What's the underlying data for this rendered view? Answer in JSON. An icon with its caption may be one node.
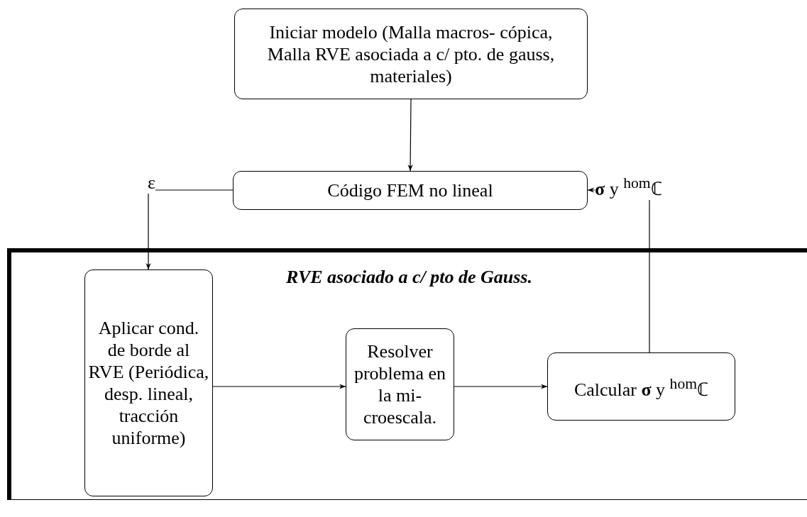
{
  "diagram": {
    "nodes": [
      {
        "text": [
          "Iniciar modelo (Malla macros- cópica, Malla RVE asociada a c/ pto. de gauss, materiales)"
        ]
      },
      {
        "text": [
          "Código FEM no lineal"
        ]
      },
      {
        "text": [
          "RVE asociado a c/ pto de Gauss."
        ]
      },
      {
        "text": [
          "Aplicar cond. de borde al RVE (Periódica, desp. lineal, tracción uniforme)"
        ],
        "in": 2
      },
      {
        "text": [
          "Resolver problema en la mi- croescala."
        ],
        "in": 2
      },
      {
        "text": [
          "Calcular **σ** y $^{hom}$ℂ"
        ],
        "in": 2
      }
    ],
    "edges": [
      {
        "from": 0,
        "to": 1,
        "arrow": "to"
      },
      {
        "from": 1,
        "to": 3,
        "arrow": "to",
        "label": "ε"
      },
      {
        "from": 3,
        "to": 4,
        "arrow": "to"
      },
      {
        "from": 4,
        "to": 5,
        "arrow": "to"
      },
      {
        "from": 5,
        "to": 1,
        "arrow": "to",
        "label": "**σ** y $^{hom}$ℂ"
      }
    ]
  }
}
